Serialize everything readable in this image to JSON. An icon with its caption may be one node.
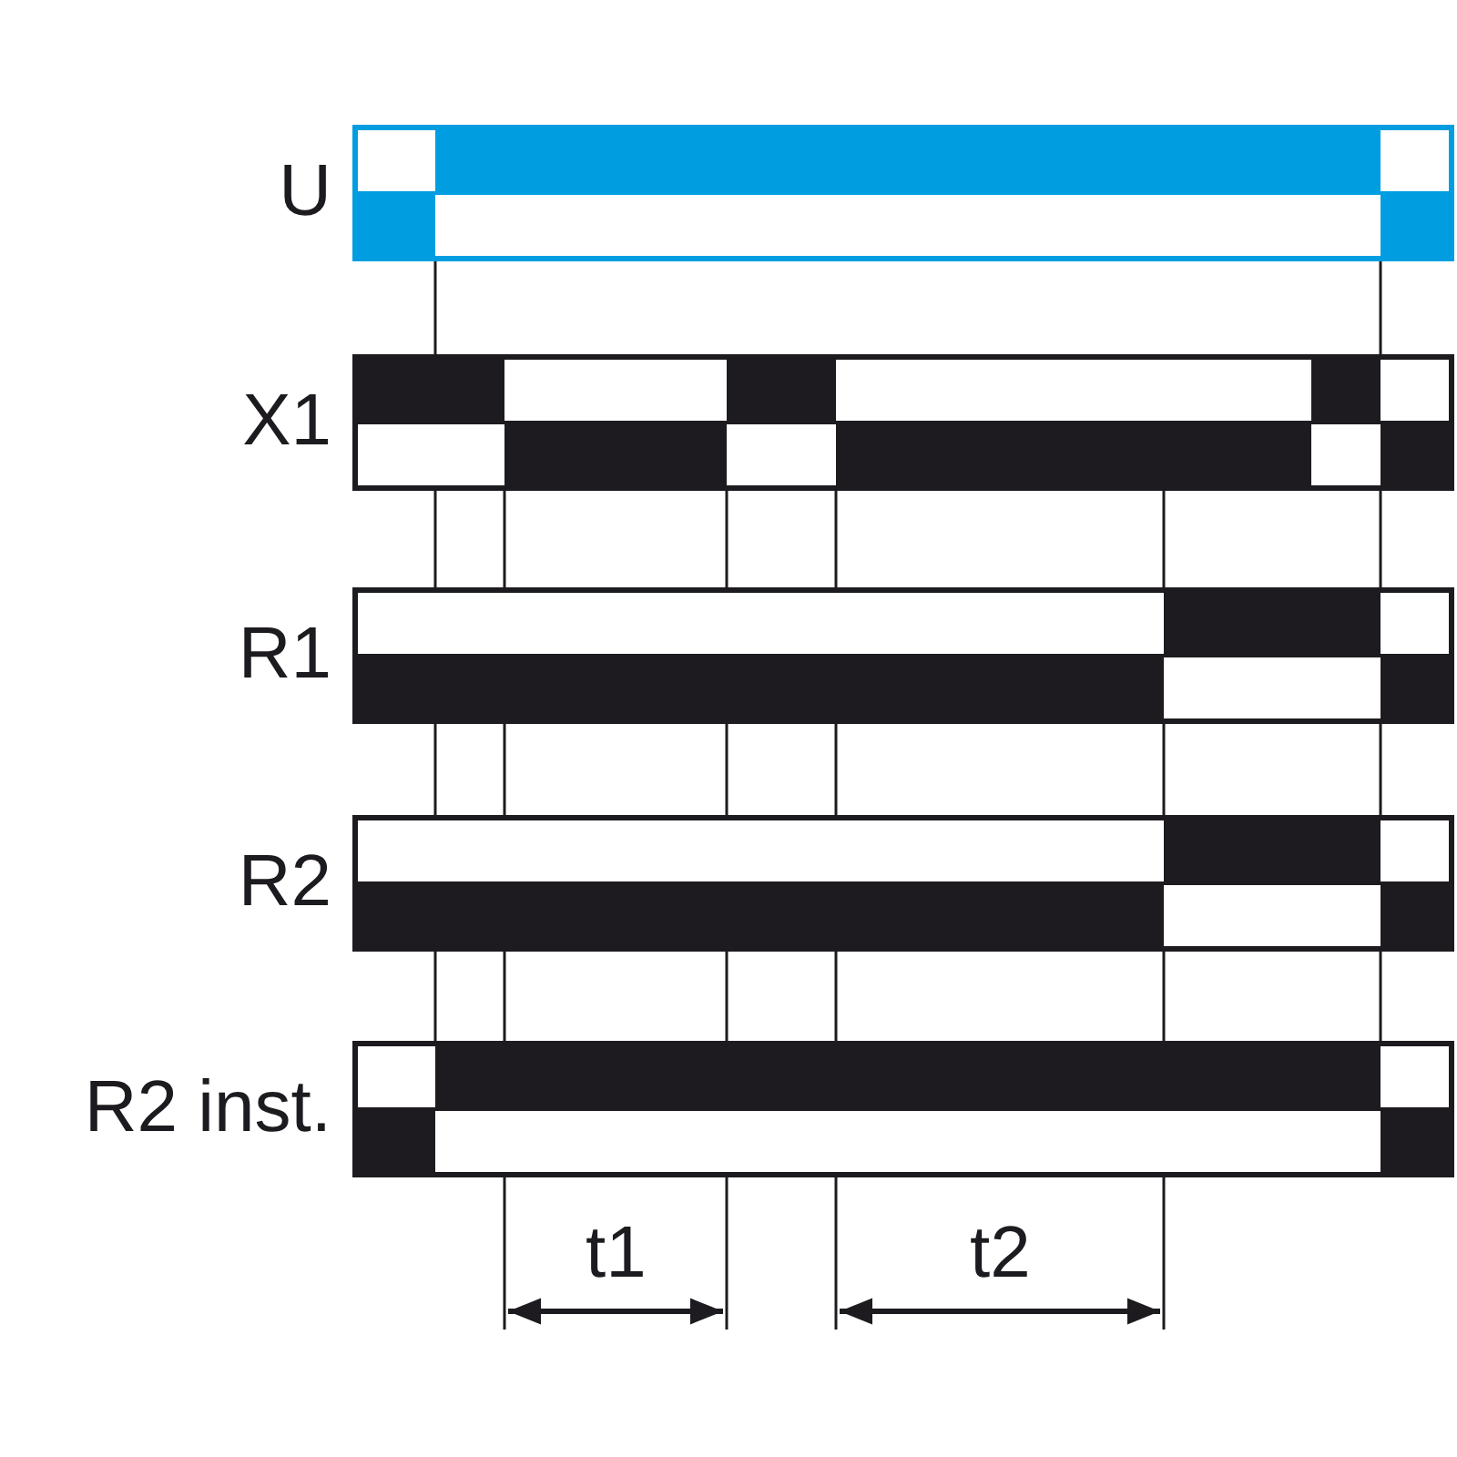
{
  "diagram": {
    "labels": [
      "U",
      "X1",
      "R1",
      "R2",
      "R2 inst.",
      "t1",
      "t2"
    ]
  }
}
